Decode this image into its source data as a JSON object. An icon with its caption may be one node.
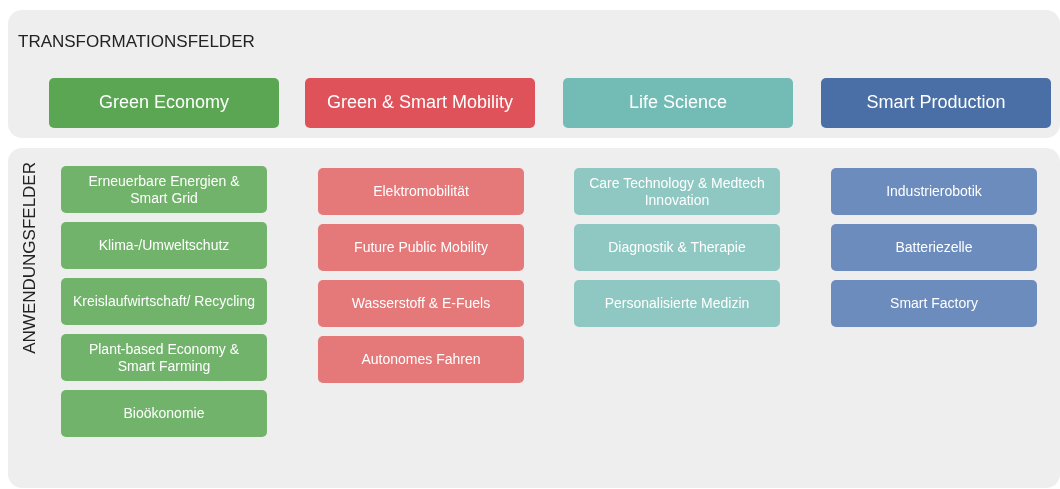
{
  "diagram": {
    "nodes": [
      {
        "text": [
          "TRANSFORMATIONSFELDER"
        ]
      },
      {
        "text": [
          "Green Economy"
        ],
        "in": 0
      },
      {
        "text": [
          "Green & Smart Mobility"
        ],
        "in": 0
      },
      {
        "text": [
          "Life Science"
        ],
        "in": 0
      },
      {
        "text": [
          "Smart Production"
        ],
        "in": 0
      },
      {
        "text": [
          "ANWENDUNGSFELDER"
        ]
      },
      {
        "text": [
          "Erneuerbare Energien & Smart Grid"
        ],
        "in": 5
      },
      {
        "text": [
          "Klima-/Umweltschutz"
        ],
        "in": 5
      },
      {
        "text": [
          "Kreislaufwirtschaft/ Recycling"
        ],
        "in": 5
      },
      {
        "text": [
          "Plant-based Economy & Smart Farming"
        ],
        "in": 5
      },
      {
        "text": [
          "Bioökonomie"
        ],
        "in": 5
      },
      {
        "text": [
          "Elektromobilität"
        ],
        "in": 5
      },
      {
        "text": [
          "Future Public Mobility"
        ],
        "in": 5
      },
      {
        "text": [
          "Wasserstoff & E-Fuels"
        ],
        "in": 5
      },
      {
        "text": [
          "Autonomes Fahren"
        ],
        "in": 5
      },
      {
        "text": [
          "Care Technology & Medtech Innovation"
        ],
        "in": 5
      },
      {
        "text": [
          "Diagnostik & Therapie"
        ],
        "in": 5
      },
      {
        "text": [
          "Personalisierte Medizin"
        ],
        "in": 5
      },
      {
        "text": [
          "Industrierobotik"
        ],
        "in": 5
      },
      {
        "text": [
          "Batteriezelle"
        ],
        "in": 5
      },
      {
        "text": [
          "Smart Factory"
        ],
        "in": 5
      }
    ]
  }
}
